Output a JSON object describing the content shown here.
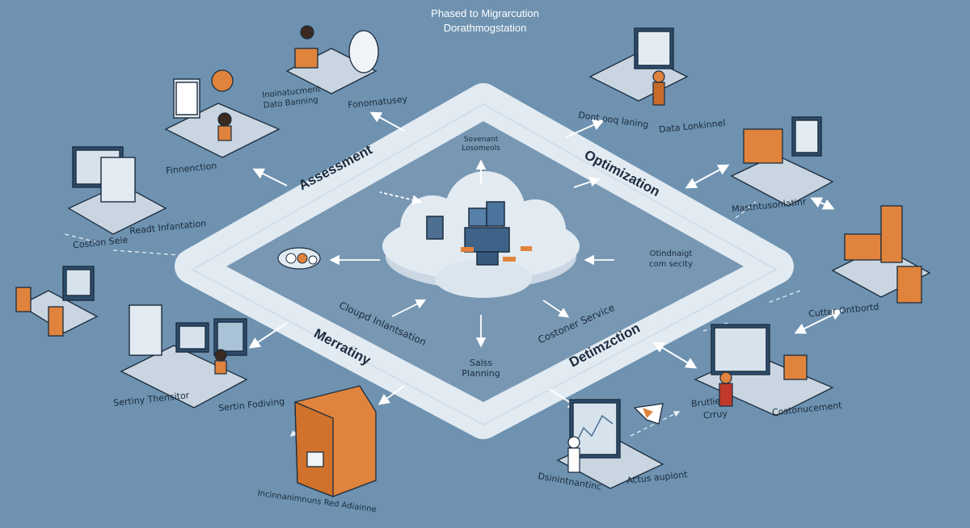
{
  "title": {
    "line1": "Phased to Migrarcution",
    "line2": "Dorathmogstation"
  },
  "phases": {
    "assessment": "Assessment",
    "optimization": "Optimization",
    "merratiny": "Merratiny",
    "detimzction": "Detimzction"
  },
  "center": {
    "top_label_1": "Sovenant",
    "top_label_2": "Losomeols",
    "right_label_1": "Otindnaigt",
    "right_label_2": "com secity",
    "bottom_left_label_1": "Cloupd Inlantsation",
    "bottom_right_label": "Costoner Service",
    "sales_1": "Salss",
    "sales_2": "Planning"
  },
  "stations": {
    "top_left_a_1": "Inoinatucment",
    "top_left_a_2": "Dato Banning",
    "top_center": "Fonomatusey",
    "left_upper": "Finnenction",
    "left_a": "Costion Seie",
    "left_b": "Readt Infantation",
    "left_c": "Sertiny Thensitor",
    "left_d": "Sertin Fodiving",
    "bottom_center_1": "Incinnanimnuns Red",
    "bottom_center_2": "Adiainne",
    "bottom_right_a": "Dsinintnantinc",
    "bottom_right_b": "Actus aupiont",
    "right_lower_a": "Brutlie",
    "right_lower_b": "Crruy",
    "right_lower_c": "Costonucement",
    "right_mid": "Cutter Ontbortd",
    "right_upper": "Masthtusonlatinr",
    "top_right_a": "Dont ooq laning",
    "top_right_b": "Data Lonkinnel"
  },
  "colors": {
    "background": "#6e92b0",
    "track": "#e2ebf2",
    "cloud": "#dfe8f0",
    "accent": "#e0833c",
    "ink": "#1b2c3e",
    "platform": "#c9d5e0"
  }
}
